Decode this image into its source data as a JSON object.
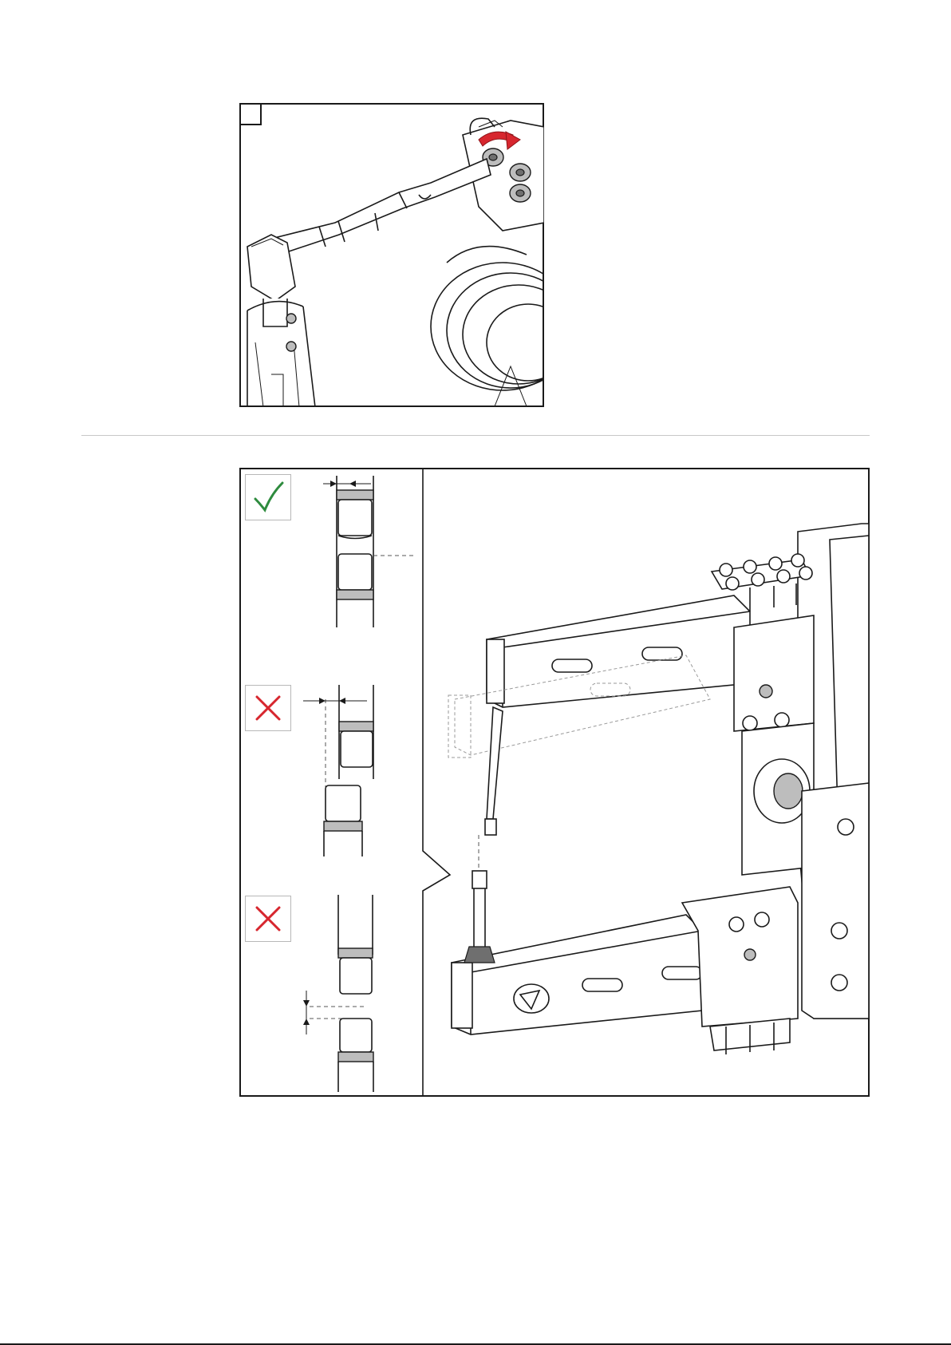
{
  "figure_top": {
    "step_box_label": "",
    "arrow_color": "#d7262e"
  },
  "figure_bottom": {
    "status_indicators": [
      {
        "id": "correct",
        "icon": "check-icon",
        "color": "#2e8b3e"
      },
      {
        "id": "wrong-offset",
        "icon": "cross-icon",
        "color": "#d7262e"
      },
      {
        "id": "wrong-gap",
        "icon": "cross-icon",
        "color": "#d7262e"
      }
    ]
  },
  "colors": {
    "line": "#1a1a1a",
    "divider": "#c8c8c8",
    "check": "#2e8b3e",
    "cross": "#d7262e"
  }
}
